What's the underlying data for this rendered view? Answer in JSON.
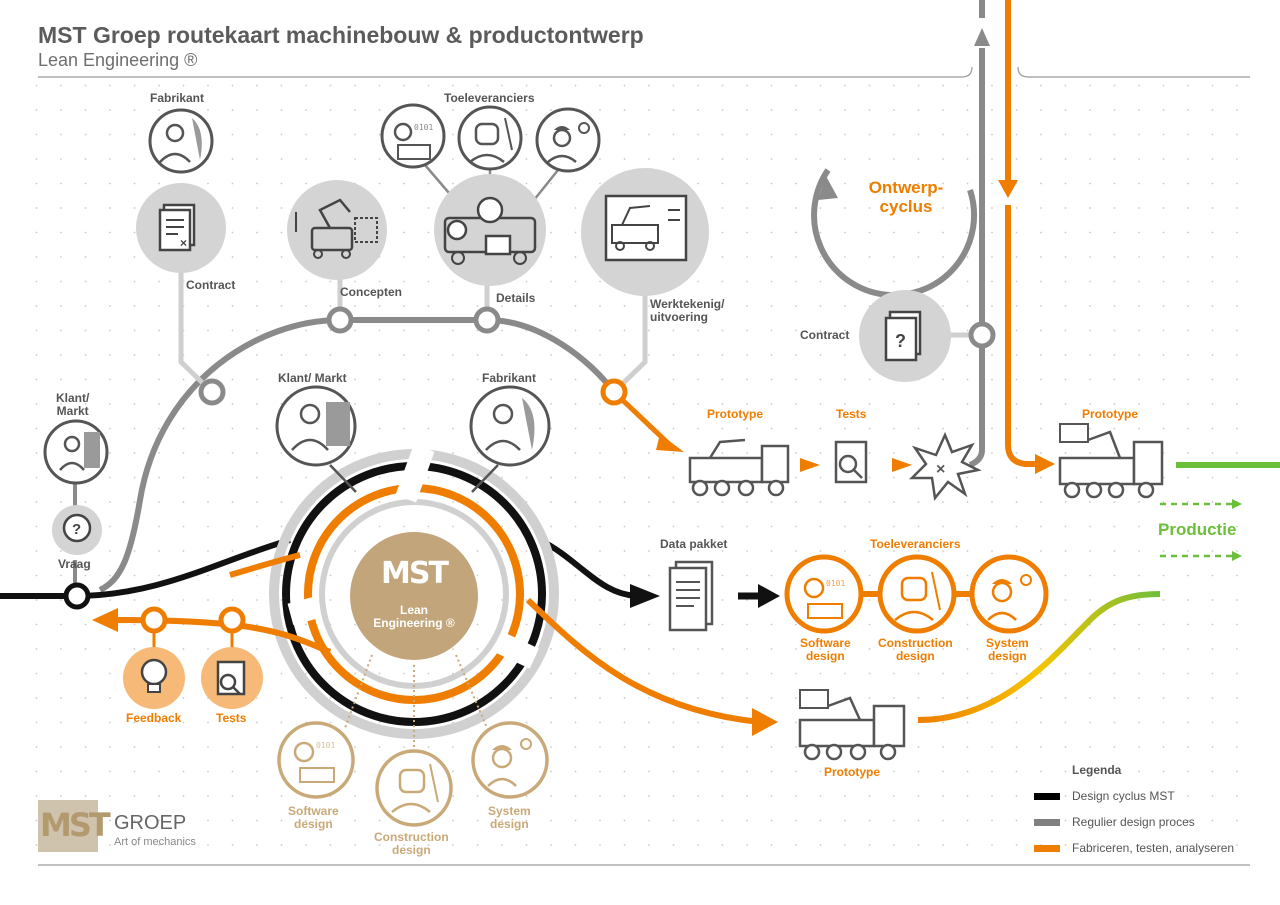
{
  "header": {
    "title": "MST Groep routekaart machinebouw & productontwerp",
    "subtitle": "Lean Engineering ®"
  },
  "labels": {
    "fabrikant_top": "Fabrikant",
    "toeleveranciers_top": "Toeleveranciers",
    "contract_left": "Contract",
    "concepten": "Concepten",
    "details": "Details",
    "werktekening": "Werktekenig/\nuitvoering",
    "klant_markt_left": "Klant/\nMarkt",
    "vraag": "Vraag",
    "klant_markt_center": "Klant/ Markt",
    "fabrikant_center": "Fabrikant",
    "ontwerp_cyclus": "Ontwerp-\ncyclus",
    "contract_right": "Contract",
    "prototype_1": "Prototype",
    "tests_1": "Tests",
    "prototype_right": "Prototype",
    "productie": "Productie",
    "data_pakket": "Data pakket",
    "toeleveranciers_orange": "Toeleveranciers",
    "software_design_orange": "Software\ndesign",
    "construction_design_orange": "Construction\ndesign",
    "system_design_orange": "System\ndesign",
    "feedback": "Feedback",
    "tests_left": "Tests",
    "prototype_bottom": "Prototype",
    "software_design_gold": "Software\ndesign",
    "construction_design_gold": "Construction\ndesign",
    "system_design_gold": "System\ndesign",
    "core_label": "Lean\nEngineering ®",
    "core_logo": "MST"
  },
  "legend": {
    "title": "Legenda",
    "items": [
      {
        "label": "Design cyclus MST",
        "color": "#000000"
      },
      {
        "label": "Regulier design proces",
        "color": "#808080"
      },
      {
        "label": "Fabriceren, testen, analyseren",
        "color": "#ef7d00"
      }
    ]
  },
  "brand": {
    "mark": "MST",
    "name": "GROEP",
    "tagline": "Art of mechanics"
  },
  "colors": {
    "black_line": "#111111",
    "grey_line": "#8a8a8a",
    "orange": "#ef7d00",
    "light_grey": "#cfcfcf",
    "gold": "#c2a57a",
    "green": "#6cbf3a",
    "icon_bg_orange": "#f7b977"
  },
  "icons": [
    "person-icon",
    "document-icon",
    "concept-robot-icon",
    "machine-details-icon",
    "blueprint-icon",
    "truck-crane-icon",
    "checklist-icon",
    "explosion-icon",
    "question-icon",
    "lightbulb-icon",
    "software-engineer-icon",
    "welder-icon",
    "technician-icon",
    "data-package-icon"
  ]
}
